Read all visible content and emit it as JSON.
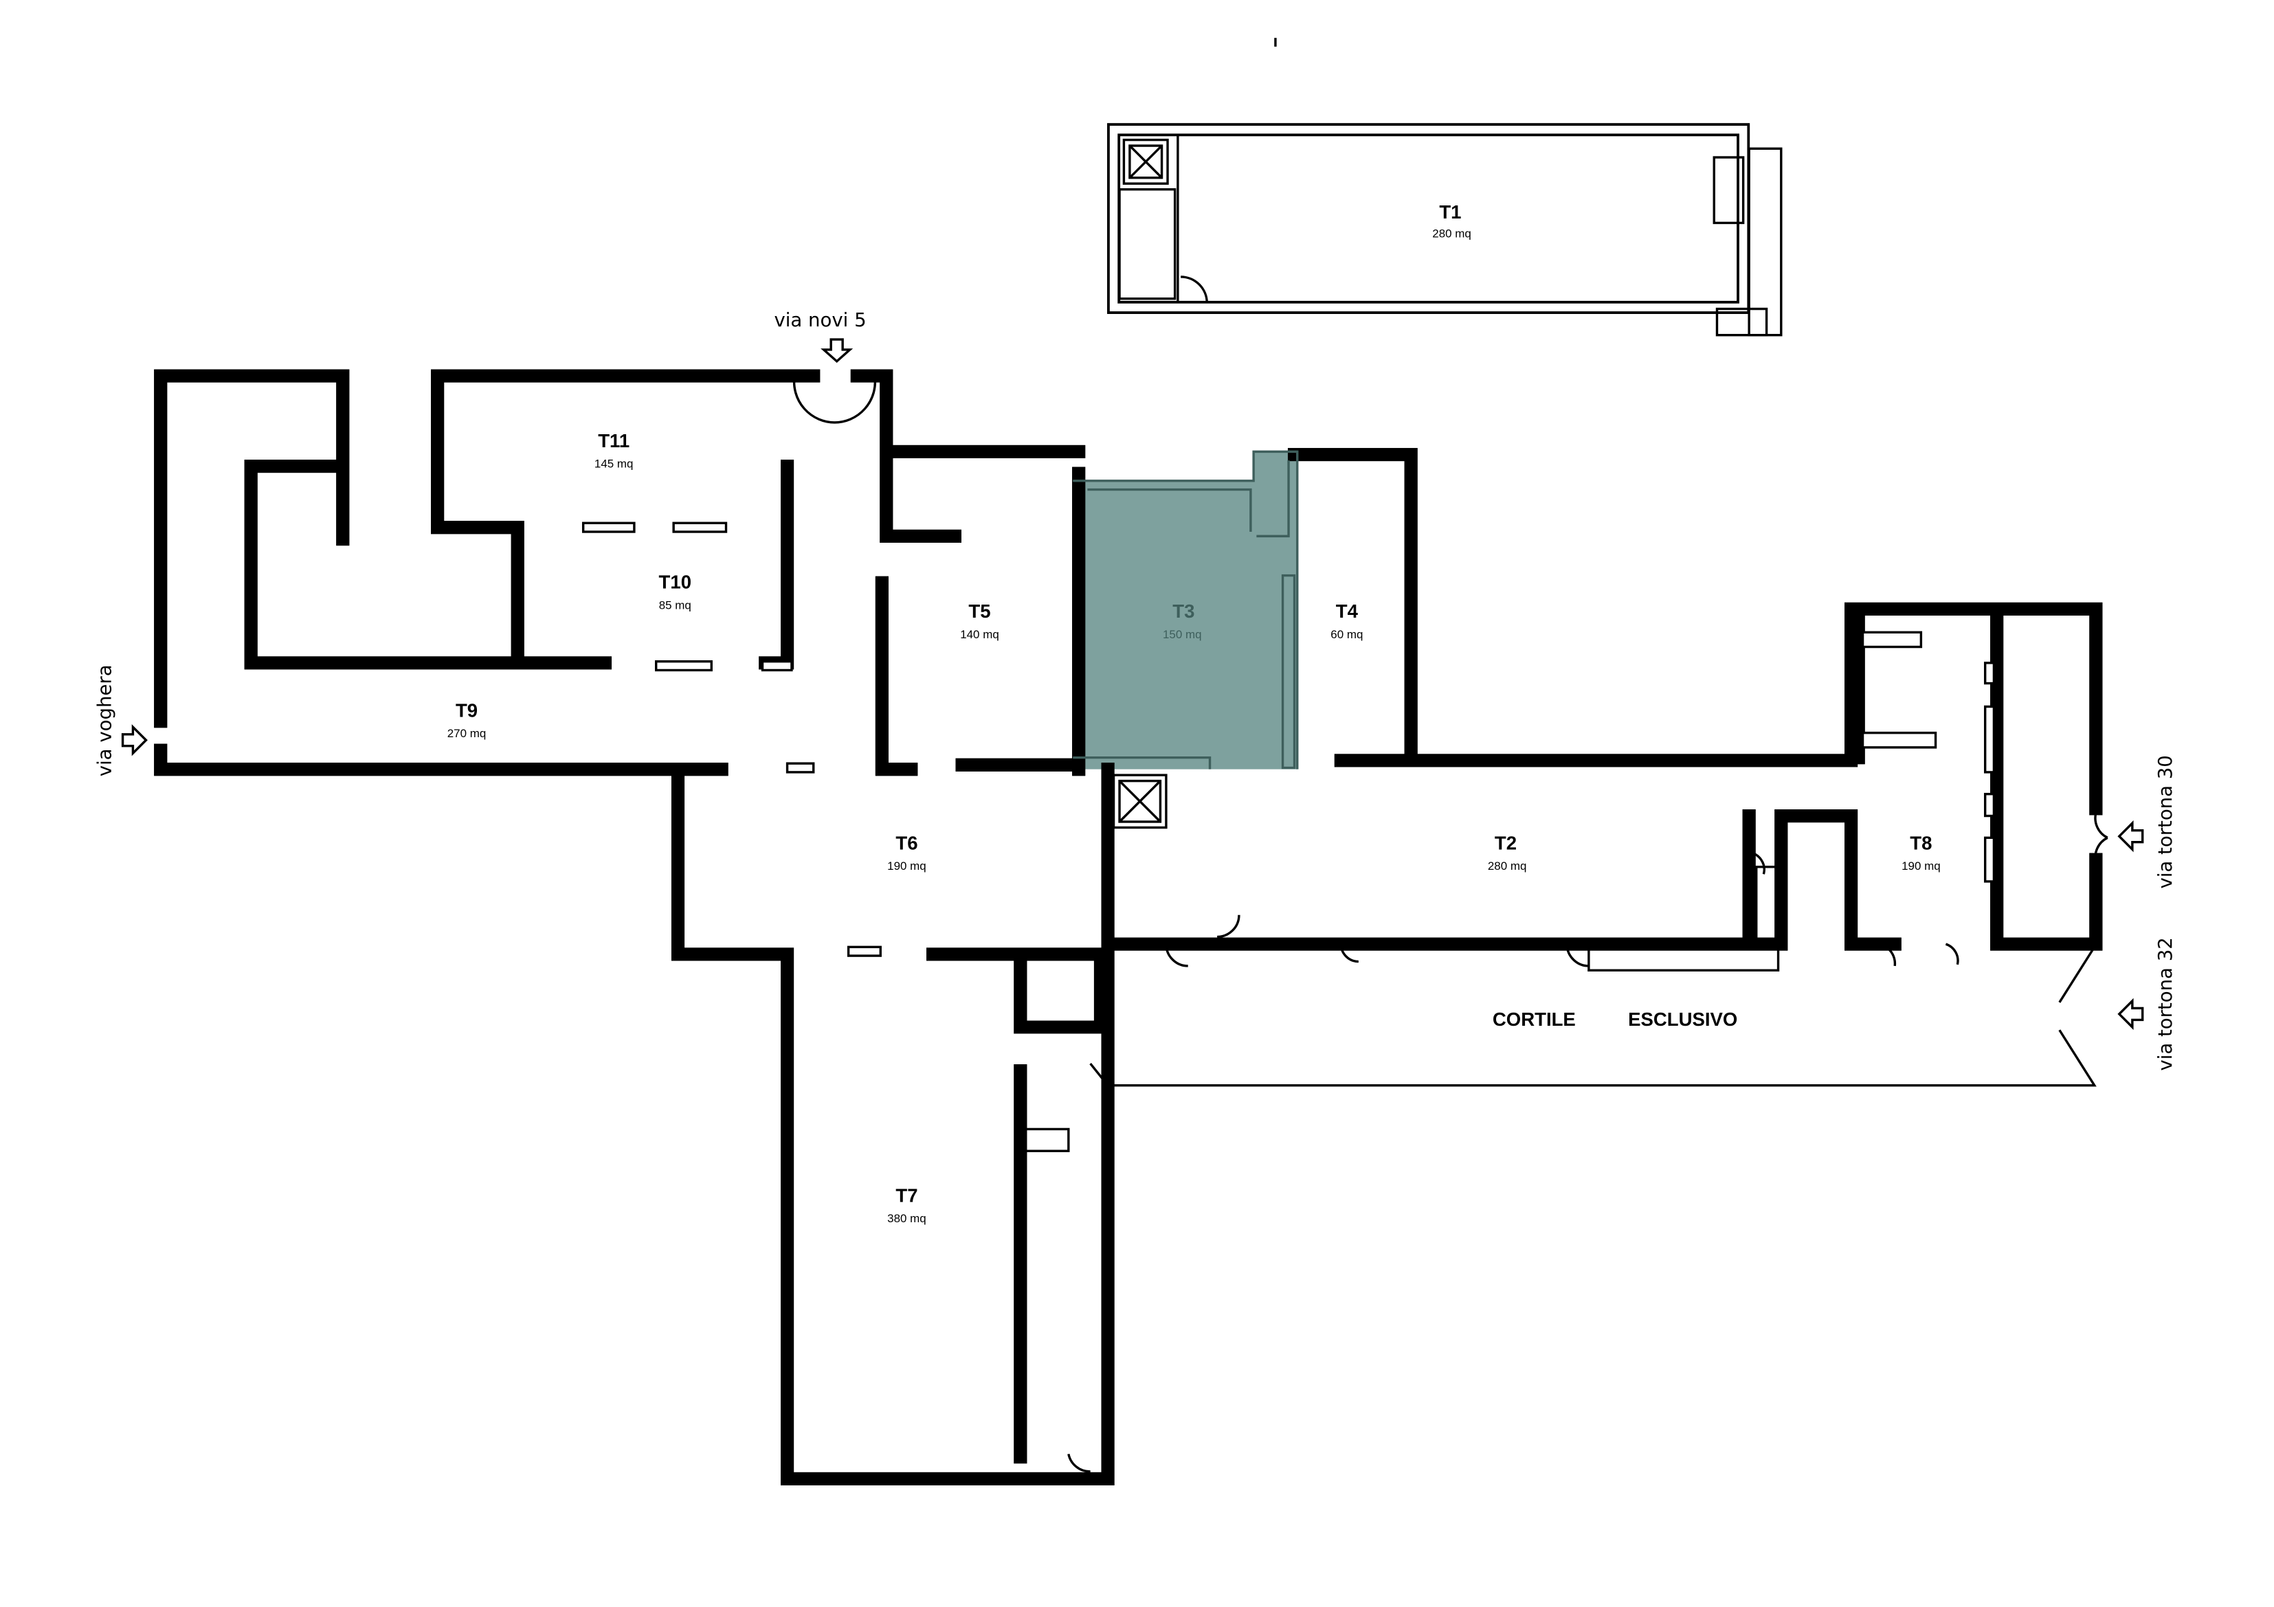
{
  "plan": {
    "highlight_color": "#7ea19e",
    "highlight_wall_color": "#3e5f5c",
    "highlighted_unit": "T3",
    "units": [
      {
        "id": "T1",
        "area": "280 mq"
      },
      {
        "id": "T2",
        "area": "280 mq"
      },
      {
        "id": "T3",
        "area": "150 mq"
      },
      {
        "id": "T4",
        "area": "60 mq"
      },
      {
        "id": "T5",
        "area": "140 mq"
      },
      {
        "id": "T6",
        "area": "190 mq"
      },
      {
        "id": "T7",
        "area": "380 mq"
      },
      {
        "id": "T8",
        "area": "190 mq"
      },
      {
        "id": "T9",
        "area": "270 mq"
      },
      {
        "id": "T10",
        "area": "85 mq"
      },
      {
        "id": "T11",
        "area": "145 mq"
      }
    ],
    "courtyard": {
      "word1": "CORTILE",
      "word2": "ESCLUSIVO"
    },
    "entrances": [
      {
        "label": "via novi 5",
        "icon": "arrow-down-icon"
      },
      {
        "label": "via voghera",
        "icon": "arrow-right-icon"
      },
      {
        "label": "via tortona 30",
        "icon": "arrow-left-icon"
      },
      {
        "label": "via tortona 32",
        "icon": "arrow-left-icon"
      }
    ]
  }
}
